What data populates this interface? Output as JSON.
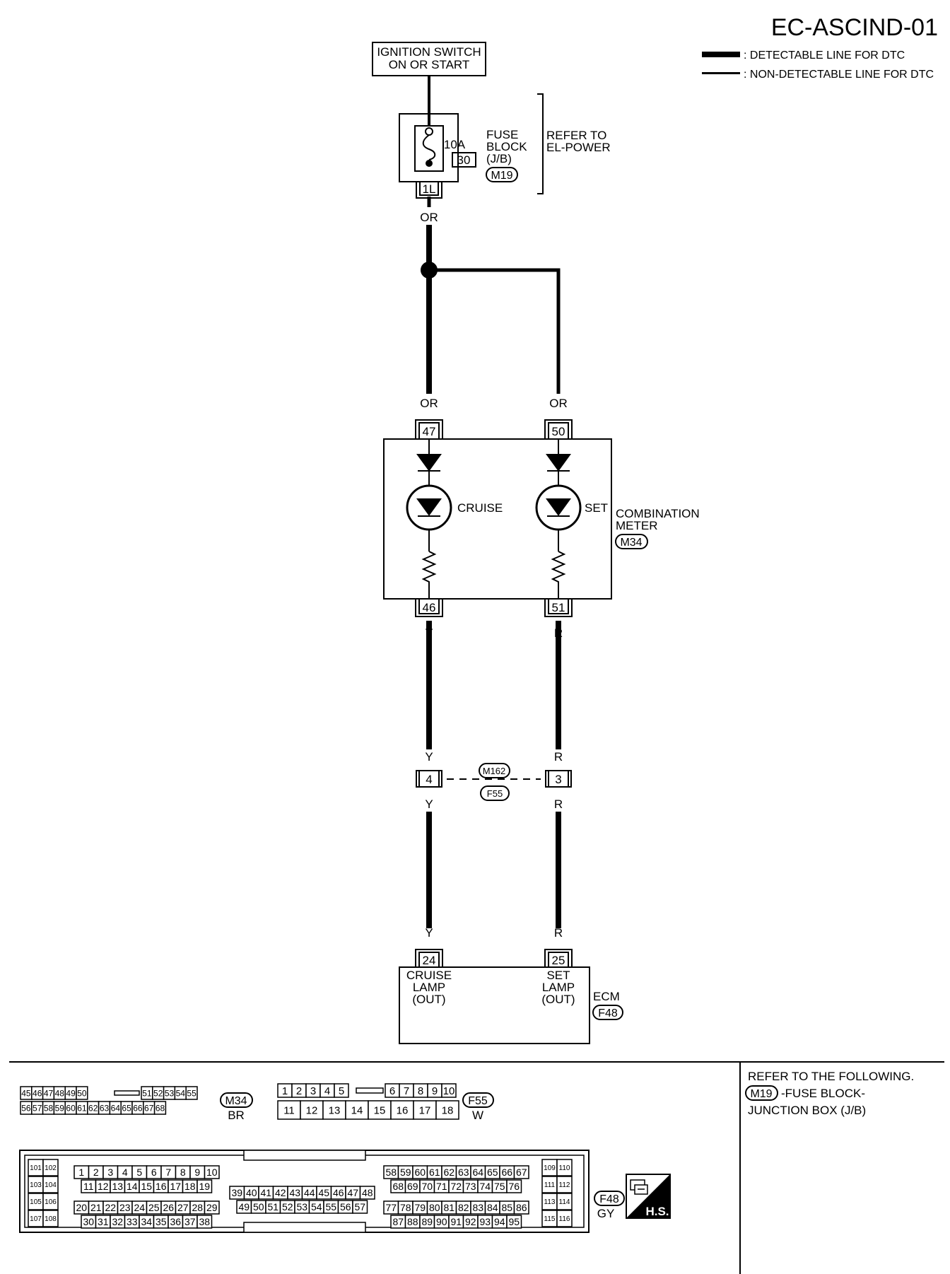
{
  "title": "EC-ASCIND-01",
  "legend": {
    "detectable": ": DETECTABLE LINE FOR DTC",
    "non_detectable": ": NON-DETECTABLE LINE FOR DTC"
  },
  "ignition": {
    "line1": "IGNITION SWITCH",
    "line2": "ON OR START"
  },
  "fuse": {
    "amp": "10A",
    "num": "30",
    "label1": "FUSE",
    "label2": "BLOCK",
    "label3": "(J/B)",
    "conn": "M19",
    "terminal": "1L",
    "refer1": "REFER TO",
    "refer2": "EL-POWER"
  },
  "wire_colors": {
    "or": "OR",
    "y": "Y",
    "r": "R"
  },
  "meter": {
    "pin_cruise_in": "47",
    "pin_set_in": "50",
    "pin_cruise_out": "46",
    "pin_set_out": "51",
    "cruise": "CRUISE",
    "set": "SET",
    "label1": "COMBINATION",
    "label2": "METER",
    "conn": "M34"
  },
  "joint": {
    "pin_left": "4",
    "pin_right": "3",
    "conn_top": "M162",
    "conn_bottom": "F55"
  },
  "ecm": {
    "pin_cruise": "24",
    "pin_set": "25",
    "cruise1": "CRUISE",
    "cruise2": "LAMP",
    "cruise3": "(OUT)",
    "set1": "SET",
    "set2": "LAMP",
    "set3": "(OUT)",
    "label": "ECM",
    "conn": "F48"
  },
  "connectors": {
    "m34": {
      "conn": "M34",
      "color": "BR",
      "row1a": [
        "45",
        "46",
        "47",
        "48",
        "49",
        "50"
      ],
      "row1b": [
        "51",
        "52",
        "53",
        "54",
        "55"
      ],
      "row2": [
        "56",
        "57",
        "58",
        "59",
        "60",
        "61",
        "62",
        "63",
        "64",
        "65",
        "66",
        "67",
        "68"
      ]
    },
    "f55": {
      "conn": "F55",
      "color": "W",
      "row1a": [
        "1",
        "2",
        "3",
        "4",
        "5"
      ],
      "row1b": [
        "6",
        "7",
        "8",
        "9",
        "10"
      ],
      "row2": [
        "11",
        "12",
        "13",
        "14",
        "15",
        "16",
        "17",
        "18"
      ]
    },
    "f48": {
      "conn": "F48",
      "color": "GY",
      "hs": "H.S.",
      "left_pairs": [
        [
          "101",
          "102"
        ],
        [
          "103",
          "104"
        ],
        [
          "105",
          "106"
        ],
        [
          "107",
          "108"
        ]
      ],
      "right_pairs": [
        [
          "109",
          "110"
        ],
        [
          "111",
          "112"
        ],
        [
          "113",
          "114"
        ],
        [
          "115",
          "116"
        ]
      ],
      "b1r1": [
        "1",
        "2",
        "3",
        "4",
        "5",
        "6",
        "7",
        "8",
        "9",
        "10"
      ],
      "b1r2": [
        "11",
        "12",
        "13",
        "14",
        "15",
        "16",
        "17",
        "18",
        "19"
      ],
      "b1r3": [
        "20",
        "21",
        "22",
        "23",
        "24",
        "25",
        "26",
        "27",
        "28",
        "29"
      ],
      "b1r4": [
        "30",
        "31",
        "32",
        "33",
        "34",
        "35",
        "36",
        "37",
        "38"
      ],
      "b2r1": [
        "39",
        "40",
        "41",
        "42",
        "43",
        "44",
        "45",
        "46",
        "47",
        "48"
      ],
      "b2r2": [
        "49",
        "50",
        "51",
        "52",
        "53",
        "54",
        "55",
        "56",
        "57"
      ],
      "b3r1": [
        "58",
        "59",
        "60",
        "61",
        "62",
        "63",
        "64",
        "65",
        "66",
        "67"
      ],
      "b3r2": [
        "68",
        "69",
        "70",
        "71",
        "72",
        "73",
        "74",
        "75",
        "76"
      ],
      "b3r3": [
        "77",
        "78",
        "79",
        "80",
        "81",
        "82",
        "83",
        "84",
        "85",
        "86"
      ],
      "b3r4": [
        "87",
        "88",
        "89",
        "90",
        "91",
        "92",
        "93",
        "94",
        "95"
      ]
    }
  },
  "refer": {
    "line1": "REFER TO THE FOLLOWING.",
    "conn": "M19",
    "line2": "-FUSE BLOCK-",
    "line3": "JUNCTION BOX (J/B)"
  }
}
